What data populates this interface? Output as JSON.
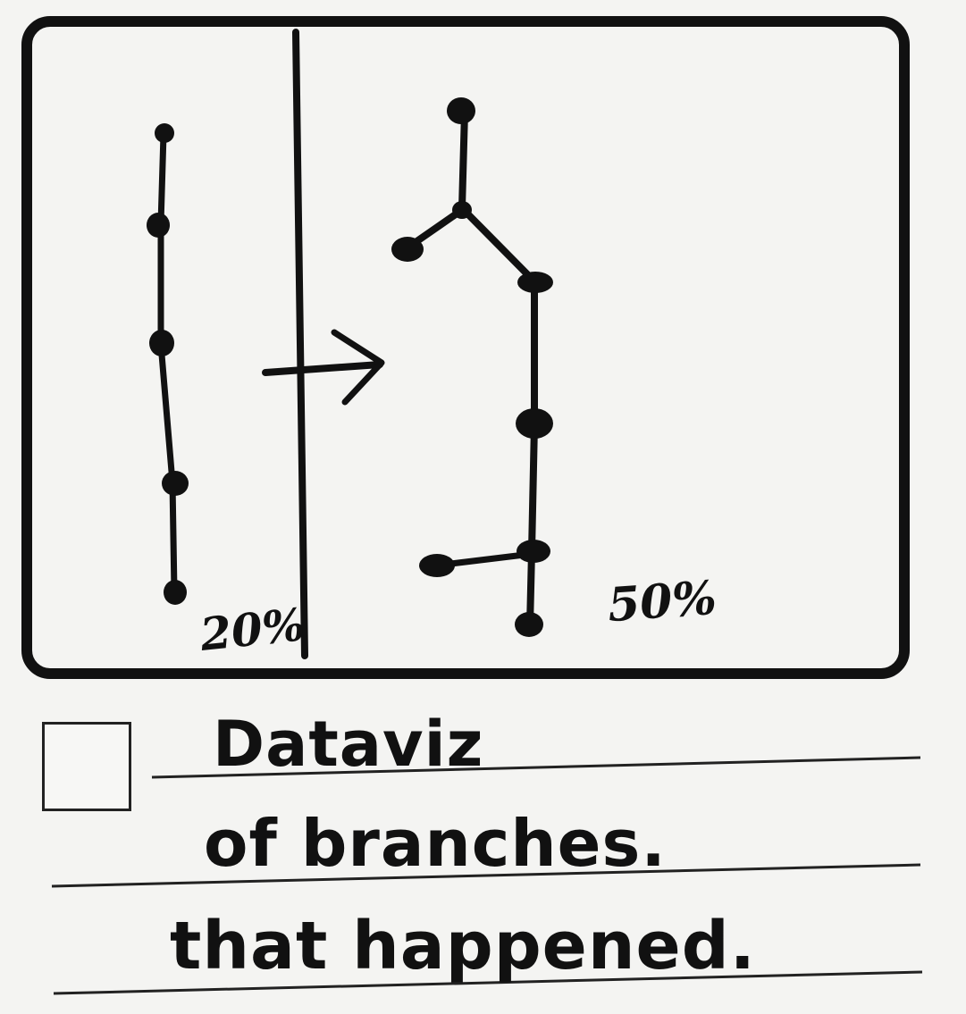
{
  "panel": {
    "left_label": "20%",
    "right_label": "50%"
  },
  "caption": {
    "lines": [
      "Dataviz",
      "of branches.",
      "that happened."
    ]
  },
  "checkbox": {
    "checked": false
  },
  "colors": {
    "ink": "#111111",
    "paper": "#f4f4f2"
  },
  "icons": {
    "arrow": "right-arrow-icon",
    "checkbox": "empty-checkbox-icon"
  }
}
